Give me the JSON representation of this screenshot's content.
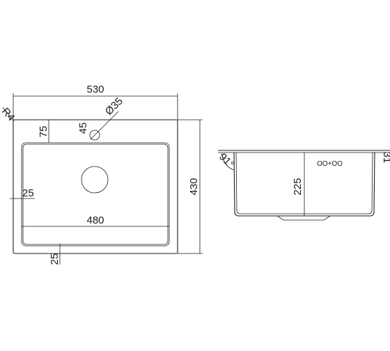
{
  "top_view": {
    "width_label": "530",
    "depth_label": "430",
    "corner_radius_label": "R4",
    "tap_hole_label": "Ø35",
    "tap_angle_label": "45",
    "tap_offset_label": "75",
    "bowl_side_margin_label": "25",
    "bowl_width_label": "480",
    "bowl_front_margin_label": "25"
  },
  "side_view": {
    "bowl_depth_label": "225",
    "wall_angle_label": "91°",
    "rim_height_label": "31",
    "overflow_label": "OO+OO"
  }
}
